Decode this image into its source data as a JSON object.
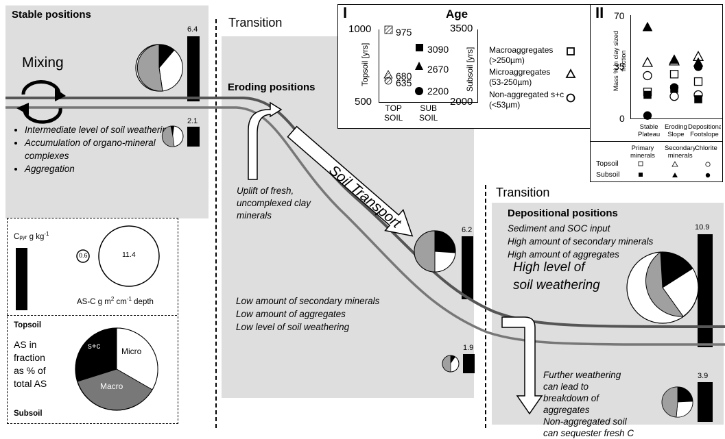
{
  "stable": {
    "title": "Stable positions",
    "mixing": "Mixing",
    "bullets": [
      "Intermediate level of soil weathering",
      "Accumulation of organo-mineral complexes",
      "Aggregation"
    ],
    "bar_top_label": "6.4",
    "bar_sub_label": "2.1"
  },
  "transition_left": "Transition",
  "transition_right": "Transition",
  "eroding": {
    "title": "Eroding positions",
    "uplift": [
      "Uplift of fresh,",
      "uncomplexed clay",
      "minerals"
    ],
    "low": [
      "Low amount of secondary minerals",
      "Low amount of aggregates",
      "Low level of soil weathering"
    ],
    "bar_top_label": "6.2",
    "bar_sub_label": "1.9"
  },
  "soil_transport": "Soil Transport",
  "depositional": {
    "title": "Depositional positions",
    "lines": [
      "Sediment and SOC input",
      "High amount of secondary minerals",
      "High amount of aggregates"
    ],
    "high_weathering": [
      "High level of",
      "soil weathering"
    ],
    "further": [
      "Further weathering",
      "can lead to",
      "breakdown of",
      "aggregates",
      "Non-aggregated soil",
      "can sequester fresh C"
    ],
    "bar_top_label": "10.9",
    "bar_sub_label": "3.9"
  },
  "legend": {
    "cpyr_label": "C",
    "cpyr_sub": "pyr",
    "cpyr_unit": " g kg",
    "cpyr_exp": "-1",
    "small_circle": "0.6",
    "big_circle": "11.4",
    "asc_label": "AS-C g m",
    "asc_exp": "2",
    "asc_unit": " cm",
    "asc_exp2": "-1",
    "asc_tail": " depth",
    "topsoil": "Topsoil",
    "subsoil": "Subsoil",
    "as_fraction": [
      "AS in",
      "fraction",
      "as % of",
      "total AS"
    ],
    "slices": {
      "sc": "s+c",
      "micro": "Micro",
      "macro": "Macro"
    }
  },
  "panel1": {
    "roman": "I",
    "title": "Age",
    "left_axis_label": "Topsoil [yrs]",
    "right_axis_label": "Subsoil [yrs]",
    "left_ticks": [
      "1000",
      "500"
    ],
    "right_ticks": [
      "3500",
      "2000"
    ],
    "cat_top": [
      "TOP",
      "SOIL"
    ],
    "cat_sub": [
      "SUB",
      "SOIL"
    ],
    "top_values": [
      "975",
      "680",
      "635"
    ],
    "sub_values": [
      "3090",
      "2670",
      "2200"
    ],
    "legend": [
      {
        "label": [
          "Macroaggregates",
          "(>250µm)"
        ],
        "symbol": "square"
      },
      {
        "label": [
          "Microaggregates",
          "(53-250µm)"
        ],
        "symbol": "triangle"
      },
      {
        "label": [
          "Non-aggregated s+c",
          "(<53µm)"
        ],
        "symbol": "circle"
      }
    ]
  },
  "panel2": {
    "roman": "II",
    "yaxis": [
      "Mass % in clay sized",
      "fraction"
    ],
    "ticks": [
      "70",
      "35",
      "0"
    ],
    "categories": [
      [
        "Stable",
        "Plateau"
      ],
      [
        "Eroding",
        "Slope"
      ],
      [
        "Depositional",
        "Footslope"
      ]
    ],
    "legend_headers": [
      [
        "Primary",
        "minerals"
      ],
      [
        "Secondary",
        "minerals"
      ],
      [
        "Chlorite"
      ]
    ],
    "topsoil": "Topsoil",
    "subsoil": "Subsoil"
  },
  "chart_data": {
    "type": "scatter",
    "ylim": [
      0,
      70
    ],
    "categories": [
      "Stable Plateau",
      "Eroding Slope",
      "Depositional Footslope"
    ],
    "series": [
      {
        "name": "Primary minerals Topsoil",
        "values": [
          18,
          30,
          25
        ]
      },
      {
        "name": "Secondary minerals Topsoil",
        "values": [
          38,
          39,
          42
        ]
      },
      {
        "name": "Chlorite Topsoil",
        "values": [
          29,
          15,
          16
        ]
      },
      {
        "name": "Primary minerals Subsoil",
        "values": [
          16,
          20,
          13
        ]
      },
      {
        "name": "Secondary minerals Subsoil",
        "values": [
          62,
          40,
          38
        ]
      },
      {
        "name": "Chlorite Subsoil",
        "values": [
          2,
          21,
          35
        ]
      }
    ]
  }
}
